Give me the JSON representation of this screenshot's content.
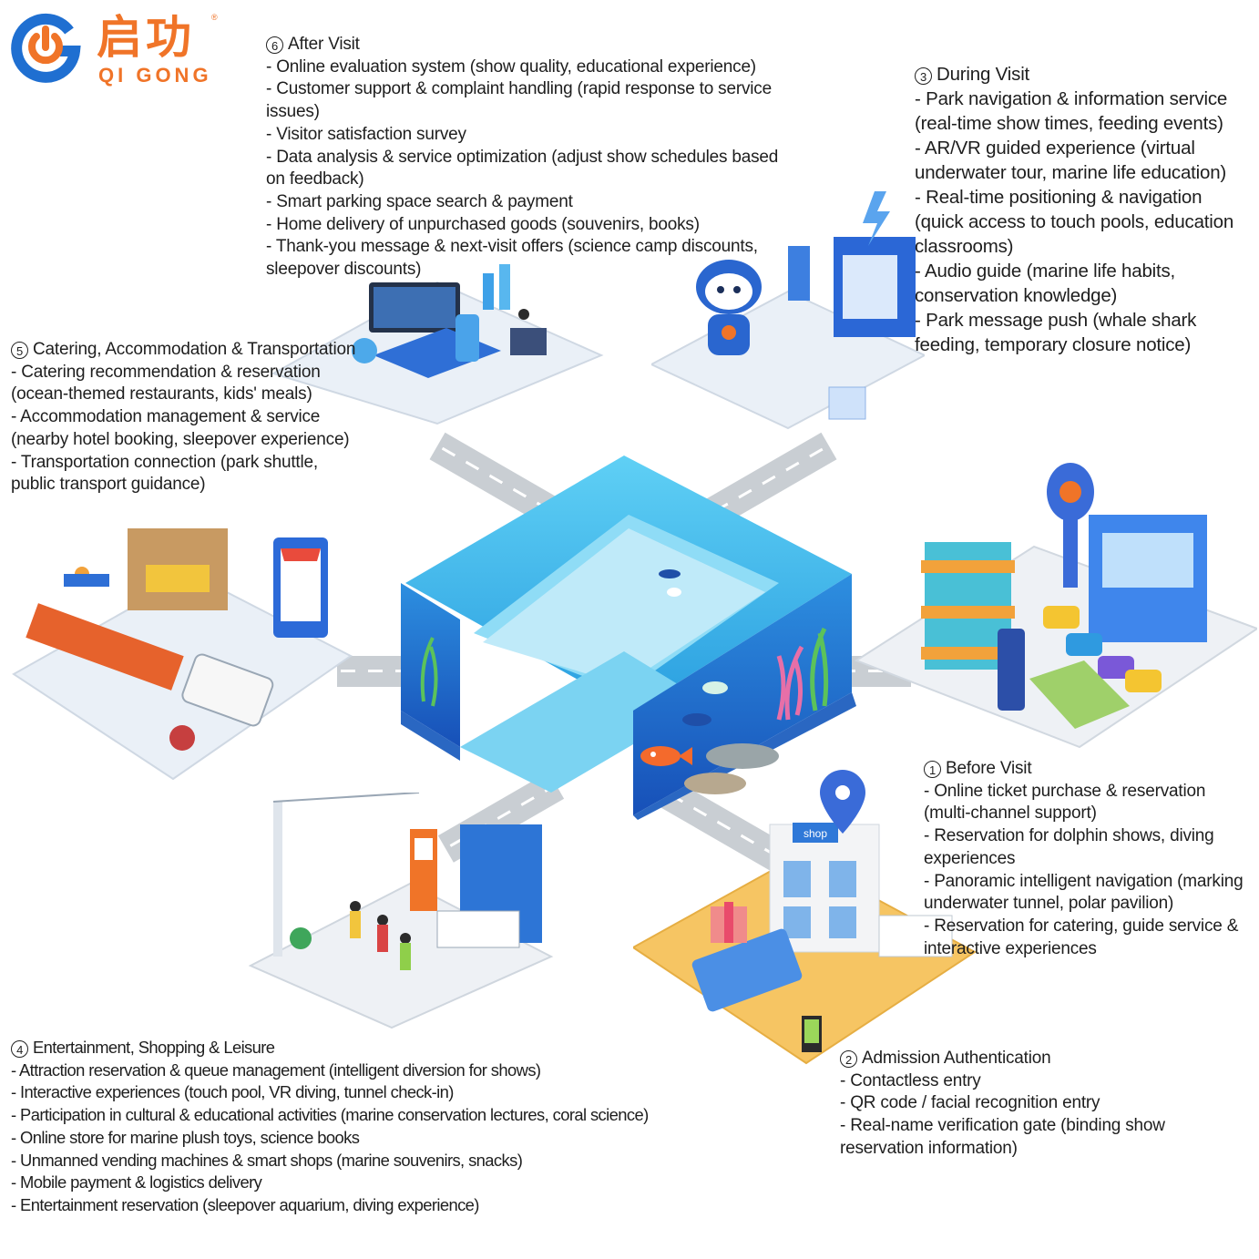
{
  "logo": {
    "chinese": "启功",
    "english": "QI GONG",
    "registered": "®",
    "ring_color": "#1f6fd1",
    "accent_color": "#f07428"
  },
  "center": {
    "label": "aquarium-tunnel-illustration",
    "water_color": "#3fb4e8",
    "deep_color": "#1f6fc8"
  },
  "sections": {
    "after_visit": {
      "number": "6",
      "title": "After Visit",
      "items": [
        "- Online evaluation system (show quality, educational experience)",
        "- Customer support & complaint handling (rapid response to service issues)",
        "- Visitor satisfaction survey",
        "- Data analysis & service optimization (adjust show schedules based on feedback)",
        "- Smart parking space search & payment",
        "- Home delivery of unpurchased goods (souvenirs, books)",
        "- Thank-you message & next-visit offers (science camp discounts, sleepover discounts)"
      ]
    },
    "during_visit": {
      "number": "3",
      "title": "During Visit",
      "items": [
        "- Park navigation & information service (real-time show times, feeding events)",
        "- AR/VR guided experience (virtual underwater tour, marine life education)",
        "- Real-time positioning & navigation (quick access to touch pools, education classrooms)",
        "- Audio guide (marine life habits, conservation knowledge)",
        "- Park message push (whale shark feeding, temporary closure notice)"
      ]
    },
    "catering": {
      "number": "5",
      "title": "Catering, Accommodation & Transportation",
      "items": [
        "- Catering recommendation & reservation (ocean-themed restaurants, kids' meals)",
        "- Accommodation management & service (nearby hotel booking, sleepover experience)",
        "- Transportation connection (park shuttle, public transport guidance)"
      ]
    },
    "before_visit": {
      "number": "1",
      "title": "Before Visit",
      "items": [
        "- Online ticket purchase & reservation (multi-channel support)",
        "- Reservation for dolphin shows, diving experiences",
        "- Panoramic intelligent navigation (marking underwater tunnel, polar pavilion)",
        "- Reservation for catering, guide service & interactive experiences"
      ]
    },
    "entertainment": {
      "number": "4",
      "title": "Entertainment, Shopping & Leisure",
      "items": [
        "- Attraction reservation & queue management (intelligent diversion for shows)",
        "- Interactive experiences (touch pool, VR diving, tunnel check-in)",
        "- Participation in cultural & educational activities (marine conservation lectures, coral science)",
        "- Online store for marine plush toys, science books",
        "- Unmanned vending machines & smart shops (marine souvenirs, snacks)",
        "- Mobile payment & logistics delivery",
        "- Entertainment reservation (sleepover aquarium, diving experience)"
      ]
    },
    "admission": {
      "number": "2",
      "title": "Admission Authentication",
      "items": [
        "- Contactless entry",
        "- QR code / facial recognition entry",
        "- Real-name verification gate (binding show reservation information)"
      ]
    }
  },
  "scenes": {
    "after_visit": "office-data-analysis-scene",
    "during_visit": "robot-guide-data-server-scene",
    "catering": "hotel-restaurant-train-bus-scene",
    "before_visit": "city-parking-navigation-scene",
    "entertainment": "ticket-gate-queue-scene",
    "admission": "online-shop-vr-experience-scene",
    "store_sign": "shop"
  }
}
